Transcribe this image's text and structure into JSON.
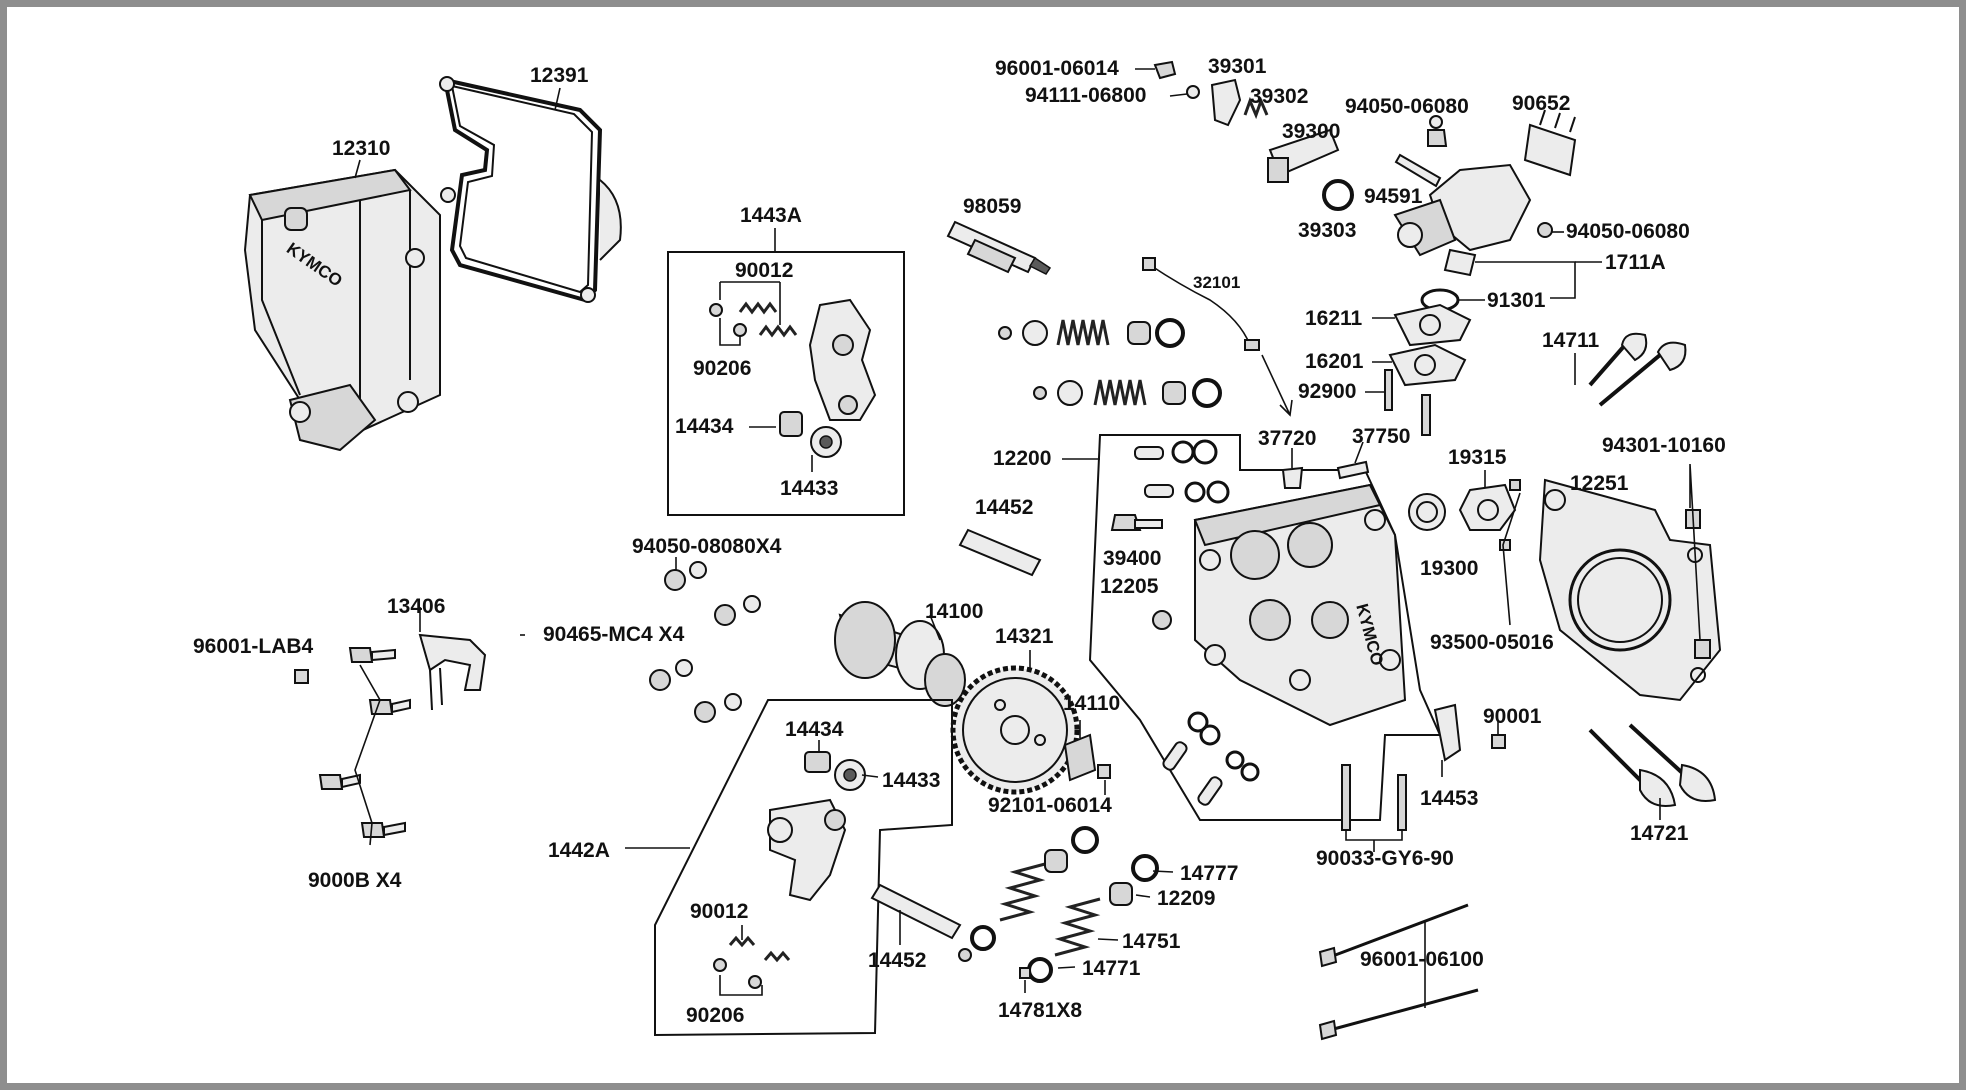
{
  "labels": {
    "l_96001_06014": "96001-06014",
    "l_39301": "39301",
    "l_94111_06800": "94111-06800",
    "l_39302": "39302",
    "l_94050_06080a": "94050-06080",
    "l_90652": "90652",
    "l_39300": "39300",
    "l_12391": "12391",
    "l_12310": "12310",
    "l_94591": "94591",
    "l_39303": "39303",
    "l_94050_06080b": "94050-06080",
    "l_1711A": "1711A",
    "l_98059": "98059",
    "l_1443A": "1443A",
    "l_90012a": "90012",
    "l_32101": "32101",
    "l_91301": "91301",
    "l_16211": "16211",
    "l_14711": "14711",
    "l_16201": "16201",
    "l_90206a": "90206",
    "l_92900": "92900",
    "l_14434a": "14434",
    "l_37720": "37720",
    "l_37750": "37750",
    "l_19315": "19315",
    "l_94301_10160": "94301-10160",
    "l_12200": "12200",
    "l_12251": "12251",
    "l_14433a": "14433",
    "l_14452a": "14452",
    "l_94050_08080X4": "94050-08080X4",
    "l_39400": "39400",
    "l_19300": "19300",
    "l_12205": "12205",
    "l_13406": "13406",
    "l_14100": "14100",
    "l_90465_MC4_X4": "90465-MC4 X4",
    "l_93500_05016": "93500-05016",
    "l_96001_LAB4": "96001-LAB4",
    "l_14321": "14321",
    "l_14110": "14110",
    "l_90001": "90001",
    "l_14434b": "14434",
    "l_14433b": "14433",
    "l_92101_06014": "92101-06014",
    "l_14453": "14453",
    "l_14721": "14721",
    "l_1442A": "1442A",
    "l_90033_GY6_90": "90033-GY6-90",
    "l_14777": "14777",
    "l_9000B_X4": "9000B X4",
    "l_12209": "12209",
    "l_90012b": "90012",
    "l_14751": "14751",
    "l_14452b": "14452",
    "l_14771": "14771",
    "l_96001_06100": "96001-06100",
    "l_90206b": "90206",
    "l_14781X8": "14781X8"
  },
  "logos": {
    "cover_brand": "KYMCO",
    "head_brand": "KYMCO"
  },
  "colors": {
    "line": "#111111",
    "frame": "#8e8e8e",
    "part_fill": "#d7d7d7"
  }
}
